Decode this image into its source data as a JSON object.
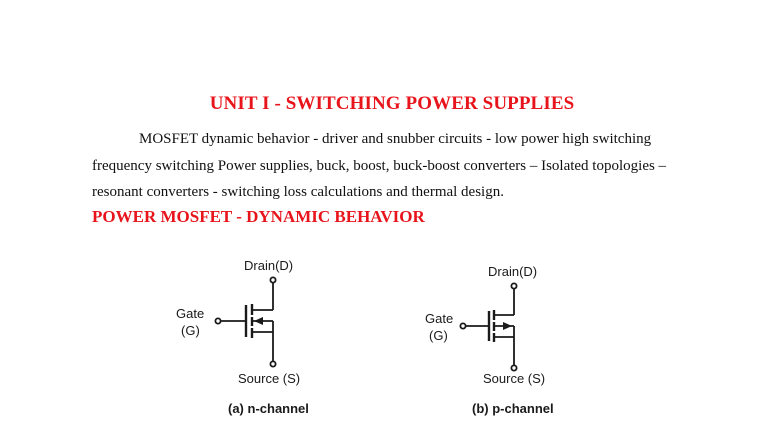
{
  "document": {
    "unit_title": "UNIT I - SWITCHING POWER SUPPLIES",
    "syllabus_lines": [
      "MOSFET dynamic behavior - driver and snubber circuits - low power high switching",
      "frequency switching Power supplies, buck, boost, buck-boost converters – Isolated topologies –",
      "resonant converters - switching loss calculations and thermal design."
    ],
    "section_title": "POWER MOSFET - DYNAMIC BEHAVIOR",
    "accent_color": "#e8141b"
  },
  "figure": {
    "n_channel": {
      "drain_label": "Drain(D)",
      "gate_label_line1": "Gate",
      "gate_label_line2": "(G)",
      "source_label": "Source (S)",
      "caption": "(a) n-channel",
      "arrow_direction": "inward"
    },
    "p_channel": {
      "drain_label": "Drain(D)",
      "gate_label_line1": "Gate",
      "gate_label_line2": "(G)",
      "source_label": "Source (S)",
      "caption": "(b) p-channel",
      "arrow_direction": "outward"
    }
  }
}
